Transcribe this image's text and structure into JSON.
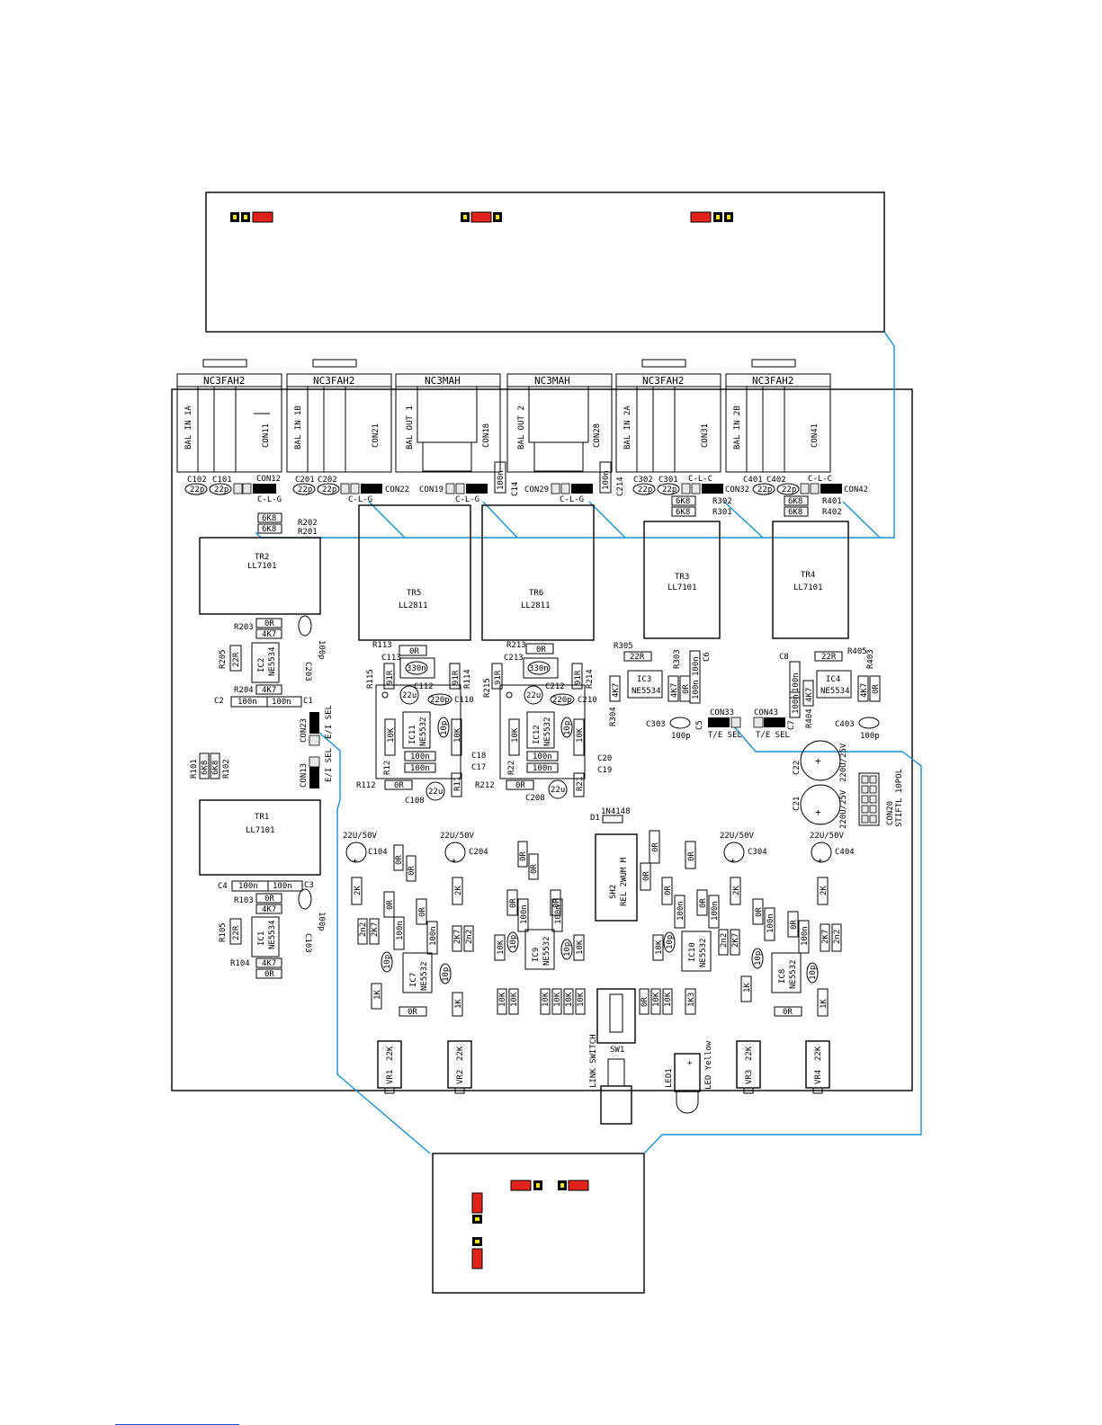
{
  "colors": {
    "jumper_on": "#e3231b",
    "jumper_pad": "#f2e600",
    "wire": "#1b8fd0",
    "ink": "#000000"
  },
  "connectors": [
    {
      "name": "NC3FAH2",
      "side": "BAL IN 1A",
      "con": "CON11"
    },
    {
      "name": "NC3FAH2",
      "side": "BAL IN 1B",
      "con": "CON21"
    },
    {
      "name": "NC3MAH",
      "side": "BAL OUT 1",
      "con": "CON18"
    },
    {
      "name": "NC3MAH",
      "side": "BAL OUT 2",
      "con": "CON28"
    },
    {
      "name": "NC3FAH2",
      "side": "BAL IN 2A",
      "con": "CON31"
    },
    {
      "name": "NC3FAH2",
      "side": "BAL IN 2B",
      "con": "CON41"
    }
  ],
  "transformers": [
    {
      "ref": "TR2",
      "part": "LL7101"
    },
    {
      "ref": "TR5",
      "part": "LL2811"
    },
    {
      "ref": "TR6",
      "part": "LL2811"
    },
    {
      "ref": "TR3",
      "part": "LL7101"
    },
    {
      "ref": "TR4",
      "part": "LL7101"
    },
    {
      "ref": "TR1",
      "part": "LL7101"
    }
  ],
  "ics": [
    {
      "ref": "IC2",
      "part": "NE5534"
    },
    {
      "ref": "IC11",
      "part": "NE5532"
    },
    {
      "ref": "IC12",
      "part": "NE5532"
    },
    {
      "ref": "IC3",
      "part": "NE5534"
    },
    {
      "ref": "IC4",
      "part": "NE5534"
    },
    {
      "ref": "IC1",
      "part": "NE5534"
    },
    {
      "ref": "IC7",
      "part": "NE5532"
    },
    {
      "ref": "IC9",
      "part": "NE5532"
    },
    {
      "ref": "IC10",
      "part": "NE5532"
    },
    {
      "ref": "IC8",
      "part": "NE5532"
    }
  ],
  "headers": {
    "con12": "CON12",
    "con22": "CON22",
    "con19": "CON19",
    "con29": "CON29",
    "con32": "CON32",
    "con42": "CON42",
    "clg": "C-L-G",
    "clc": "C-L-C",
    "con23": "CON23",
    "con13": "CON13",
    "ei_sel": "E/I SEL",
    "con33": "CON33",
    "con43": "CON43",
    "te_sel": "T/E SEL",
    "con20": "CON20",
    "stiftl": "STIFTL 10POL"
  },
  "relay": {
    "ref": "SH2",
    "part": "REL 2WUM M"
  },
  "diode": {
    "ref": "D1",
    "part": "1N4148"
  },
  "switch": {
    "ref": "SW1",
    "label": "LINK SWITCH"
  },
  "led": {
    "ref": "LED1",
    "label": "LED Yellow"
  },
  "pots": [
    {
      "ref": "VR1",
      "val": "22K"
    },
    {
      "ref": "VR2",
      "val": "22K"
    },
    {
      "ref": "VR3",
      "val": "22K"
    },
    {
      "ref": "VR4",
      "val": "22K"
    }
  ],
  "caps": {
    "c102": "C102",
    "c101": "C101",
    "c201": "C201",
    "c202": "C202",
    "c302": "C302",
    "c301": "C301",
    "c401": "C401",
    "c402": "C402",
    "v22p": "22p",
    "v100n": "100n",
    "v100p": "100p",
    "v330n": "330n",
    "v22u": "22u",
    "v220p": "220p",
    "v10p": "10p",
    "c2": "C2",
    "c1": "C1",
    "c4": "C4",
    "c3": "C3",
    "c203": "C203",
    "c103": "C103",
    "c303": "C303",
    "c403": "C403",
    "c113": "C113",
    "c213": "C213",
    "c112": "C112",
    "c212": "C212",
    "c110": "C110",
    "c210": "C210",
    "c108": "C108",
    "c208": "C208",
    "c18": "C18",
    "c17": "C17",
    "c20": "C20",
    "c19": "C19",
    "c14": "C14",
    "c214": "C214",
    "c5": "C5",
    "c6": "C6",
    "c7": "C7",
    "c8": "C8",
    "c22": "C22",
    "c21": "C21",
    "v220u": "220U/25V",
    "c104": "C104",
    "c204": "C204",
    "c304": "C304",
    "c404": "C404",
    "v22u50": "22U/50V"
  },
  "res": {
    "r202": "R202",
    "r201": "R201",
    "v6k8": "6K8",
    "r203": "R203",
    "r205": "R205",
    "r204": "R204",
    "v0r": "0R",
    "v4k7": "4K7",
    "v22r": "22R",
    "r302": "R302",
    "r301": "R301",
    "r402": "R402",
    "r401": "R401",
    "r305": "R305",
    "r303": "R303",
    "r304": "R304",
    "r405": "R405",
    "r403": "R403",
    "r404": "R404",
    "r113": "R113",
    "r213": "R213",
    "r115": "R115",
    "r114": "R114",
    "r215": "R215",
    "r214": "R214",
    "v91r": "91R",
    "r112": "R112",
    "r212": "R212",
    "r12": "R12",
    "r11": "R11",
    "r22": "R22",
    "r21": "R21",
    "v10k": "10K",
    "r101": "R101",
    "r102": "R102",
    "r103": "R103",
    "r105": "R105",
    "r104": "R104",
    "v2k": "2K",
    "v1k": "1K",
    "v2k7": "2K7",
    "v2n2": "2n2",
    "v1k3": "1K3"
  },
  "footer_link": ""
}
